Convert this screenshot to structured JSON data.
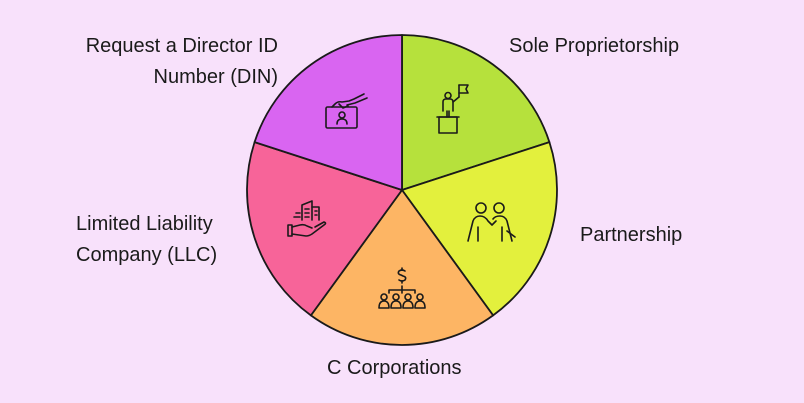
{
  "background": "#f8e1fb",
  "outline_color": "#1a1a1a",
  "icon_color": "#1a1a1a",
  "segments": [
    {
      "id": "sole",
      "lines": [
        "Sole Proprietorship"
      ],
      "color": "#b6e13c",
      "icon": "person-flag-podium-icon"
    },
    {
      "id": "partner",
      "lines": [
        "Partnership"
      ],
      "color": "#e3f03d",
      "icon": "two-people-partnership-icon"
    },
    {
      "id": "ccorp",
      "lines": [
        "C Corporations"
      ],
      "color": "#fdb564",
      "icon": "dollar-hierarchy-group-icon"
    },
    {
      "id": "llc",
      "lines": [
        "Limited Liability",
        "Company (LLC)"
      ],
      "color": "#f76499",
      "icon": "hand-holding-buildings-icon"
    },
    {
      "id": "din",
      "lines": [
        "Request a Director ID",
        "Number (DIN)"
      ],
      "color": "#d965f1",
      "icon": "hand-with-id-card-icon"
    }
  ]
}
